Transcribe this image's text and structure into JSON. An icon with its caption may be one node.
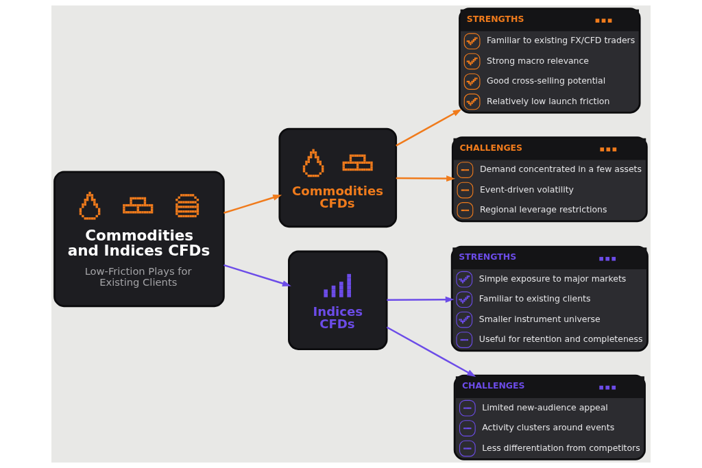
{
  "diagram": {
    "nodes": [
      {
        "text": [
          "Commodities and Indices CFDs",
          "Low-Friction Plays for Existing Clients"
        ]
      },
      {
        "text": [
          "Commodities CFDs"
        ]
      },
      {
        "text": [
          "STRENGTHS",
          "Familiar to existing FX/CFD traders",
          "Strong macro relevance",
          "Good cross-selling potential",
          "Relatively low launch friction"
        ]
      },
      {
        "text": [
          "CHALLENGES",
          "Demand concentrated in a few assets",
          "Event-driven volatility",
          "Regional leverage restrictions"
        ]
      },
      {
        "text": [
          "Indices CFDs"
        ]
      },
      {
        "text": [
          "STRENGTHS",
          "Simple exposure to major markets",
          "Familiar to existing clients",
          "Smaller instrument universe",
          "Useful for retention and completeness"
        ]
      },
      {
        "text": [
          "CHALLENGES",
          "Limited new-audience appeal",
          "Activity clusters around events",
          "Less differentiation from competitors"
        ]
      }
    ],
    "edges": [
      {
        "from": 0,
        "to": 1,
        "arrow": "to",
        "color": "#f07b1c"
      },
      {
        "from": 0,
        "to": 4,
        "arrow": "to",
        "color": "#6c4ce8"
      },
      {
        "from": 1,
        "to": 2,
        "arrow": "to",
        "color": "#f07b1c"
      },
      {
        "from": 1,
        "to": 3,
        "arrow": "to",
        "color": "#f07b1c"
      },
      {
        "from": 4,
        "to": 5,
        "arrow": "to",
        "color": "#6c4ce8"
      },
      {
        "from": 4,
        "to": 6,
        "arrow": "to",
        "color": "#6c4ce8"
      }
    ]
  }
}
